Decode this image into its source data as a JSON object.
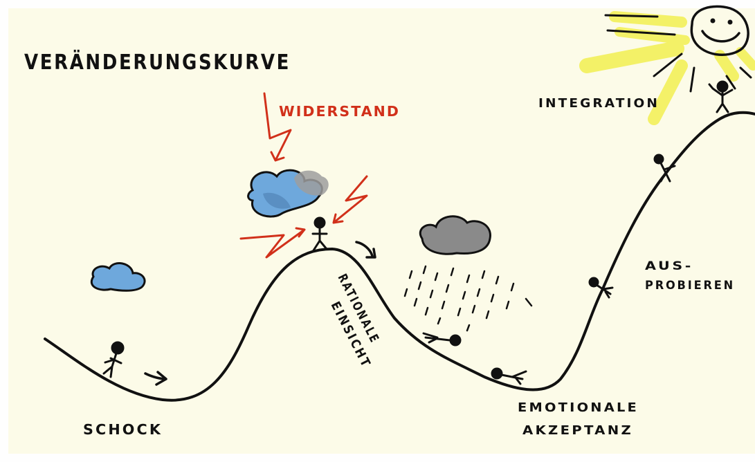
{
  "title": "VERÄNDERUNGSKURVE",
  "phases": {
    "schock": "SCHOCK",
    "widerstand": "WIDERSTAND",
    "rationale_einsicht": [
      "RATIONALE",
      "EINSICHT"
    ],
    "emotionale_akzeptanz": [
      "EMOTIONALE",
      "AKZEPTANZ"
    ],
    "ausprobieren": [
      "AUS-",
      "PROBIEREN"
    ],
    "integration": "INTEGRATION"
  },
  "colors": {
    "paper": "#fcfbe8",
    "ink": "#111111",
    "resistance_red": "#d1301a",
    "sun_yellow": "#f3f05a",
    "cloud_blue": "#6ea8dc",
    "cloud_grey": "#8a8a8a"
  },
  "icons": [
    "sun-icon",
    "blue-cloud-icon",
    "storm-cloud-icon",
    "rain-cloud-icon",
    "lightning-icon",
    "stick-figure-icon",
    "arrow-icon"
  ]
}
